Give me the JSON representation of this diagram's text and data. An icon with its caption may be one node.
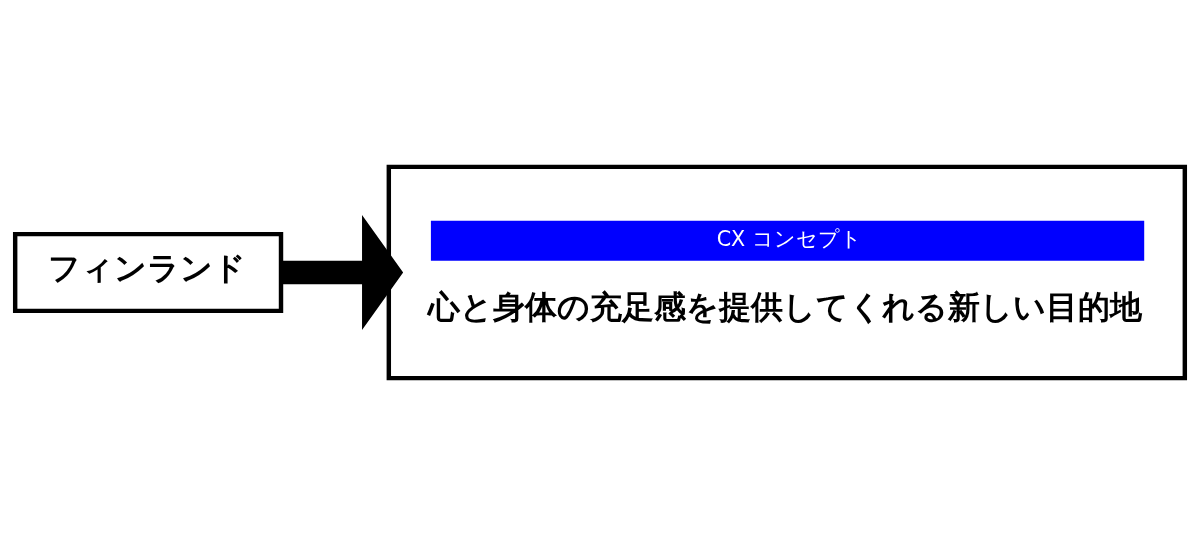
{
  "diagram": {
    "nodes": [
      {
        "text": [
          "フィンランド"
        ]
      },
      {
        "text": [
          "CX コンセプト",
          "心と身体の充足感を提供してくれる新しい目的地"
        ]
      }
    ],
    "edges": [
      {
        "from": 0,
        "to": 1,
        "arrow": "to"
      }
    ]
  }
}
